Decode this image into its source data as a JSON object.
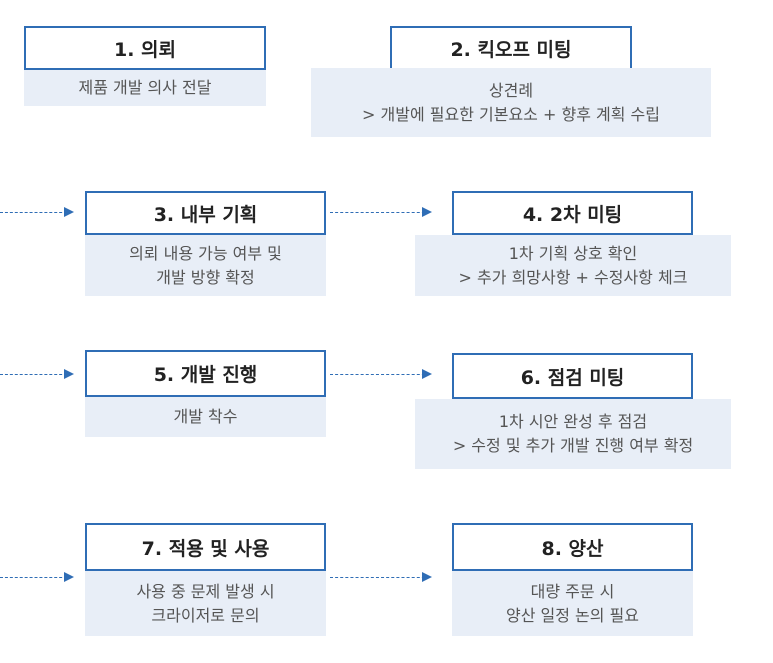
{
  "steps": [
    {
      "title": "1.   의뢰",
      "desc": [
        "제품 개발 의사 전달"
      ]
    },
    {
      "title": "2. 킥오프 미팅",
      "desc": [
        "상견례",
        "> 개발에 필요한 기본요소 + 향후 계획 수립"
      ]
    },
    {
      "title": "3. 내부 기획",
      "desc": [
        "의뢰 내용 가능 여부 및",
        "개발 방향 확정"
      ]
    },
    {
      "title": "4. 2차 미팅",
      "desc": [
        "1차 기획 상호 확인",
        "> 추가 희망사항 + 수정사항 체크"
      ]
    },
    {
      "title": "5. 개발 진행",
      "desc": [
        "개발 착수"
      ]
    },
    {
      "title": "6. 점검 미팅",
      "desc": [
        "1차 시안 완성 후 점검",
        "> 수정 및 추가 개발 진행 여부 확정"
      ]
    },
    {
      "title": "7. 적용 및 사용",
      "desc": [
        "사용 중 문제 발생 시",
        "크라이저로 문의"
      ]
    },
    {
      "title": "8. 양산",
      "desc": [
        "대량 주문 시",
        "양산 일정 논의 필요"
      ]
    }
  ],
  "colors": {
    "border": "#2f6db5",
    "desc_bg": "#e8eef7"
  }
}
